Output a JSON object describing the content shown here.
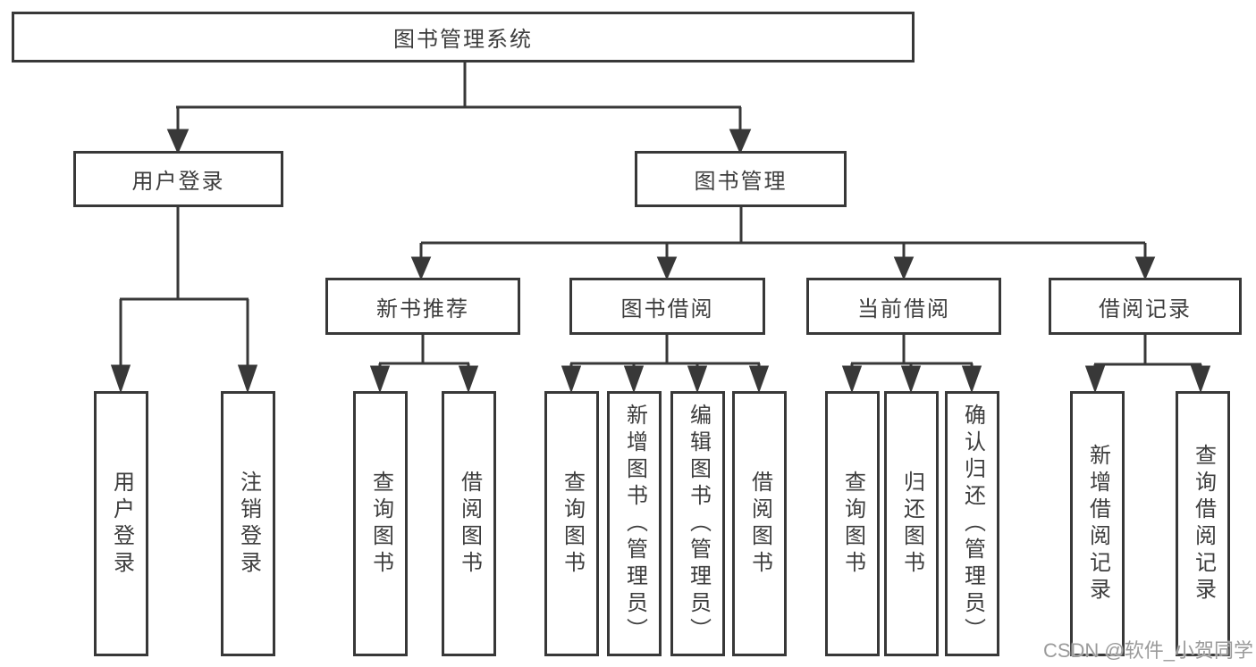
{
  "diagram": {
    "type": "hierarchy-tree",
    "nodes": {
      "root": "图书管理系统",
      "user_login": "用户登录",
      "book_mgmt": "图书管理",
      "new_books": "新书推荐",
      "book_borrow": "图书借阅",
      "current_borrow": "当前借阅",
      "borrow_records": "借阅记录",
      "user_login_children": [
        "用户登录",
        "注销登录"
      ],
      "new_books_children": [
        "查询图书",
        "借阅图书"
      ],
      "book_borrow_children": [
        "查询图书",
        "新增图书（管理员）",
        "编辑图书（管理员）",
        "借阅图书"
      ],
      "current_borrow_children": [
        "查询图书",
        "归还图书",
        "确认归还（管理员）"
      ],
      "borrow_records_children": [
        "新增借阅记录",
        "查询借阅记录"
      ]
    }
  },
  "watermark": "CSDN @软件_小贺同学",
  "palette": {
    "line": "#383838",
    "box_border": "#383838",
    "box_background": "#ffffff",
    "text": "#3d3d3d",
    "page_background": "#ffffff",
    "watermark_text": "#9b9b9b"
  }
}
